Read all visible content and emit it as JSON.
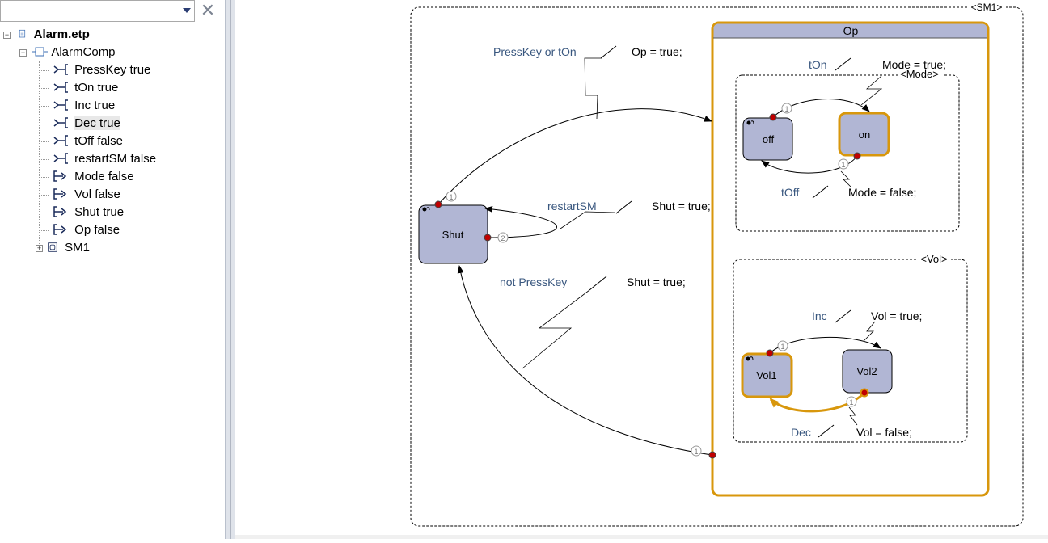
{
  "sidebar": {
    "combo_value": "",
    "tree": {
      "root": "Alarm.etp",
      "component": "AlarmComp",
      "inputs": [
        {
          "label": "PressKey true"
        },
        {
          "label": "tOn true"
        },
        {
          "label": "Inc true"
        },
        {
          "label": "Dec true"
        },
        {
          "label": "tOff false"
        },
        {
          "label": "restartSM false"
        }
      ],
      "outputs": [
        {
          "label": "Mode false"
        },
        {
          "label": "Vol false"
        },
        {
          "label": "Shut true"
        },
        {
          "label": "Op false"
        }
      ],
      "state_machine": "SM1"
    }
  },
  "diagram": {
    "outer_label": "<SM1>",
    "states": {
      "shut": "Shut",
      "op": "Op",
      "mode_region": "<Mode>",
      "off": "off",
      "on": "on",
      "vol_region": "<Vol>",
      "vol1": "Vol1",
      "vol2": "Vol2"
    },
    "transitions": {
      "t_shut_op_trigger": "PressKey or tOn",
      "t_shut_op_action": "Op = true;",
      "t_restart_trigger": "restartSM",
      "t_restart_action": "Shut = true;",
      "t_op_shut_trigger": "not PressKey",
      "t_op_shut_action": "Shut = true;",
      "t_on_trigger": "tOn",
      "t_on_action": "Mode = true;",
      "t_off_trigger": "tOff",
      "t_off_action": "Mode = false;",
      "t_inc_trigger": "Inc",
      "t_inc_action": "Vol = true;",
      "t_dec_trigger": "Dec",
      "t_dec_action": "Vol = false;"
    },
    "priorities": {
      "p1": "1",
      "p2": "2"
    },
    "colors": {
      "state_fill": "#b1b6d4",
      "active_border": "#d8970c",
      "transition_dot": "#c00000",
      "trigger_text": "#39577f"
    }
  }
}
